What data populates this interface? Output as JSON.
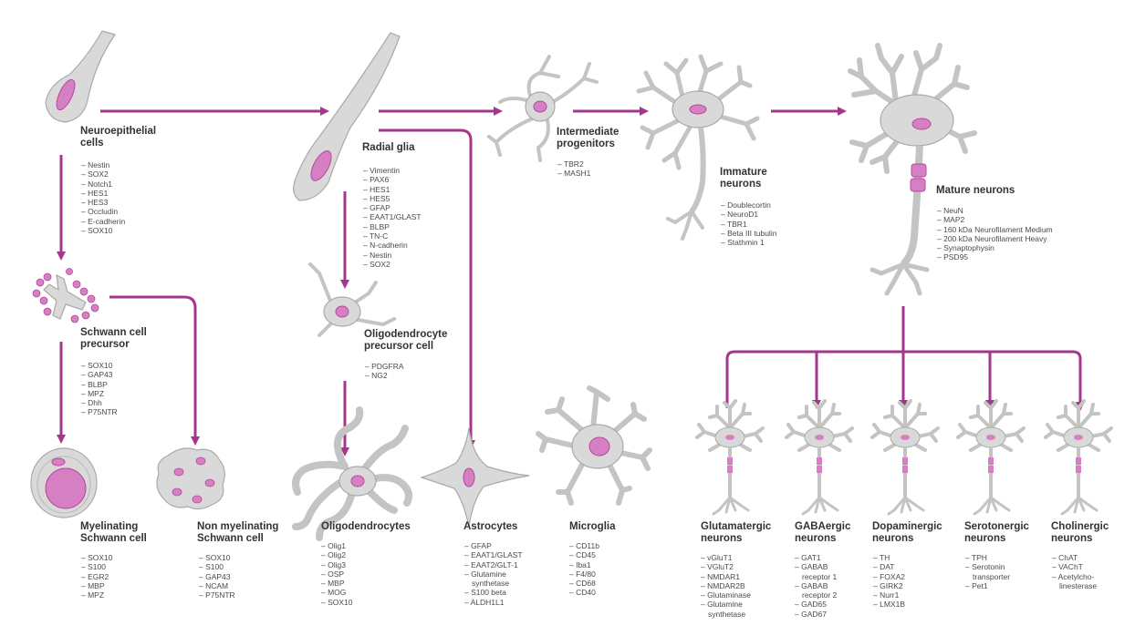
{
  "colors": {
    "arrow": "#a3378d",
    "cell_fill": "#d9d9d9",
    "cell_stroke": "#a9a9a9",
    "nucleus": "#d77fc3",
    "nucleus_stroke": "#b14a9d"
  },
  "cells": {
    "neuroepithelial": {
      "title": [
        "Neuroepithelial",
        "cells"
      ],
      "markers": [
        "Nestin",
        "SOX2",
        "Notch1",
        "HES1",
        "HES3",
        "Occludin",
        "E-cadherin",
        "SOX10"
      ]
    },
    "radial_glia": {
      "title": [
        "Radial glia"
      ],
      "markers": [
        "Vimentin",
        "PAX6",
        "HES1",
        "HES5",
        "GFAP",
        "EAAT1/GLAST",
        "BLBP",
        "TN-C",
        "N-cadherin",
        "Nestin",
        "SOX2"
      ]
    },
    "intermediate": {
      "title": [
        "Intermediate",
        "progenitors"
      ],
      "markers": [
        "TBR2",
        "MASH1"
      ]
    },
    "immature": {
      "title": [
        "Immature",
        "neurons"
      ],
      "markers": [
        "Doublecortin",
        "NeuroD1",
        "TBR1",
        "Beta III tubulin",
        "Stathmin 1"
      ]
    },
    "mature": {
      "title": [
        "Mature neurons"
      ],
      "markers": [
        "NeuN",
        "MAP2",
        "160 kDa Neurofilament Medium",
        "200 kDa Neurofilament Heavy",
        "Synaptophysin",
        "PSD95"
      ]
    },
    "schwann_precursor": {
      "title": [
        "Schwann cell",
        "precursor"
      ],
      "markers": [
        "SOX10",
        "GAP43",
        "BLBP",
        "MPZ",
        "Dhh",
        "P75NTR"
      ]
    },
    "opc": {
      "title": [
        "Oligodendrocyte",
        "precursor cell"
      ],
      "markers": [
        "PDGFRA",
        "NG2"
      ]
    },
    "myelinating": {
      "title": [
        "Myelinating",
        "Schwann cell"
      ],
      "markers": [
        "SOX10",
        "S100",
        "EGR2",
        "MBP",
        "MPZ"
      ]
    },
    "nonmyelinating": {
      "title": [
        "Non myelinating",
        "Schwann cell"
      ],
      "markers": [
        "SOX10",
        "S100",
        "GAP43",
        "NCAM",
        "P75NTR"
      ]
    },
    "oligodendrocytes": {
      "title": [
        "Oligodendrocytes"
      ],
      "markers": [
        "Olig1",
        "Olig2",
        "Olig3",
        "OSP",
        "MBP",
        "MOG",
        "SOX10"
      ]
    },
    "astrocytes": {
      "title": [
        "Astrocytes"
      ],
      "markers": [
        "GFAP",
        "EAAT1/GLAST",
        "EAAT2/GLT-1",
        "Glutamine",
        "synthetase",
        "S100 beta",
        "ALDH1L1"
      ]
    },
    "microglia": {
      "title": [
        "Microglia"
      ],
      "markers": [
        "CD11b",
        "CD45",
        "Iba1",
        "F4/80",
        "CD68",
        "CD40"
      ]
    },
    "glutamatergic": {
      "title": [
        "Glutamatergic",
        "neurons"
      ],
      "markers": [
        "vGluT1",
        "VGluT2",
        "NMDAR1",
        "NMDAR2B",
        "Glutaminase",
        "Glutamine",
        "synthetase"
      ]
    },
    "gabaergic": {
      "title": [
        "GABAergic",
        "neurons"
      ],
      "markers": [
        "GAT1",
        "GABAB",
        "receptor 1",
        "GABAB",
        "receptor 2",
        "GAD65",
        "GAD67"
      ]
    },
    "dopaminergic": {
      "title": [
        "Dopaminergic",
        "neurons"
      ],
      "markers": [
        "TH",
        "DAT",
        "FOXA2",
        "GIRK2",
        "Nurr1",
        "LMX1B"
      ]
    },
    "serotonergic": {
      "title": [
        "Serotonergic",
        "neurons"
      ],
      "markers": [
        "TPH",
        "Serotonin",
        "transporter",
        "Pet1"
      ]
    },
    "cholinergic": {
      "title": [
        "Cholinergic",
        "neurons"
      ],
      "markers": [
        "ChAT",
        "VAChT",
        "Acetylcho-",
        "linesterase"
      ]
    }
  }
}
